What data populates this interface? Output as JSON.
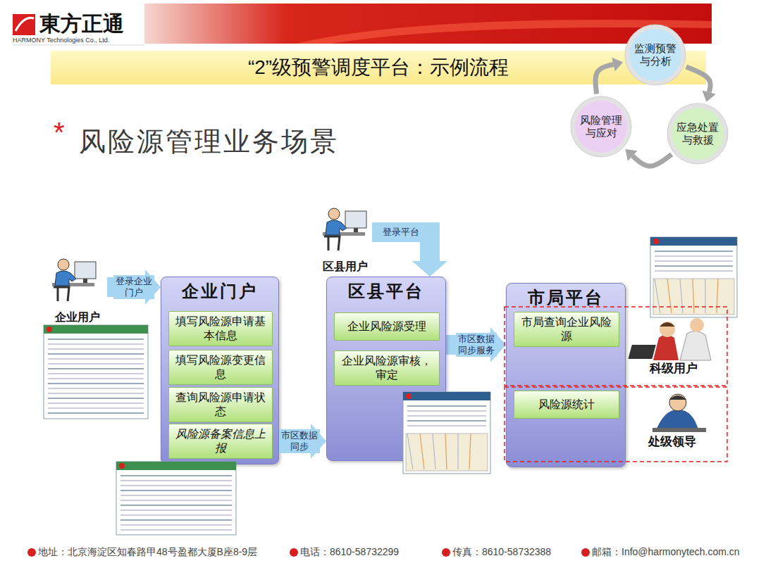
{
  "diagram": {
    "title": "“2”级预警调度平台：示例流程",
    "nodes": [
      {
        "text": [
          "监测预警与分析"
        ]
      },
      {
        "text": [
          "应急处置与救援"
        ]
      },
      {
        "text": [
          "风险管理与应对"
        ]
      },
      {
        "text": [
          "企业用户"
        ]
      },
      {
        "text": [
          "企业门户"
        ]
      },
      {
        "text": [
          "填写风险源申请基本信息"
        ],
        "in": 4
      },
      {
        "text": [
          "填写风险源变更信息"
        ],
        "in": 4
      },
      {
        "text": [
          "查询风险源申请状态"
        ],
        "in": 4
      },
      {
        "text": [
          "风险源备案信息上报"
        ],
        "in": 4
      },
      {
        "text": [
          "区县用户"
        ]
      },
      {
        "text": [
          "区县平台"
        ]
      },
      {
        "text": [
          "企业风险源受理"
        ],
        "in": 10
      },
      {
        "text": [
          "企业风险源审核，审定"
        ],
        "in": 10
      },
      {
        "text": [
          "市局平台"
        ]
      },
      {
        "text": [
          "市局查询企业风险源"
        ],
        "in": 13
      },
      {
        "text": [
          "风险源统计"
        ],
        "in": 13
      }
    ],
    "edges": [
      {
        "from": 3,
        "to": 4,
        "label": "登录企业门户",
        "arrow": "to"
      },
      {
        "from": 9,
        "to": 10,
        "label": "登录平台",
        "arrow": "to"
      },
      {
        "from": 8,
        "to": 10,
        "label": "市区数据同步",
        "arrow": "to"
      },
      {
        "from": 10,
        "to": 13,
        "label": "市区数据同步服务",
        "arrow": "to"
      },
      {
        "from": 0,
        "to": 1,
        "arrow": "to"
      },
      {
        "from": 1,
        "to": 2,
        "arrow": "to"
      },
      {
        "from": 2,
        "to": 0,
        "arrow": "to"
      }
    ],
    "labels": [
      "東方正通",
      "HARMONY Technologies Co., Ltd.",
      "*",
      "风险源管理业务场景",
      "科级用户",
      "处级领导",
      "地址：北京海淀区知春路甲48号盈都大厦B座8-9层",
      "电话：8610-58732299",
      "传真：8610-58732388",
      "邮箱：Info@harmonytech.com.cn"
    ]
  }
}
